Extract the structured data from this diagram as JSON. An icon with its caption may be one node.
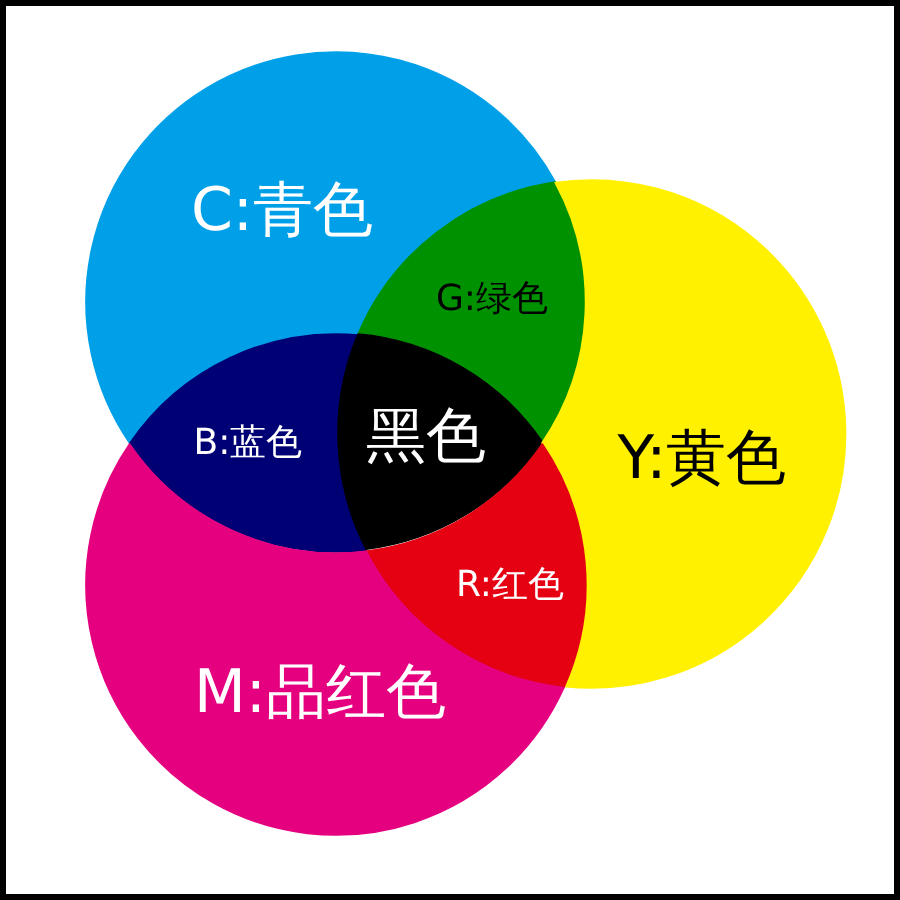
{
  "diagram": {
    "nodes": [
      {
        "text": [
          "C:青色"
        ]
      },
      {
        "text": [
          "G:绿色"
        ]
      },
      {
        "text": [
          "B:蓝色"
        ]
      },
      {
        "text": [
          "黑色"
        ]
      },
      {
        "text": [
          "Y:黄色"
        ]
      },
      {
        "text": [
          "R:红色"
        ]
      },
      {
        "text": [
          "M:品红色"
        ]
      }
    ]
  }
}
